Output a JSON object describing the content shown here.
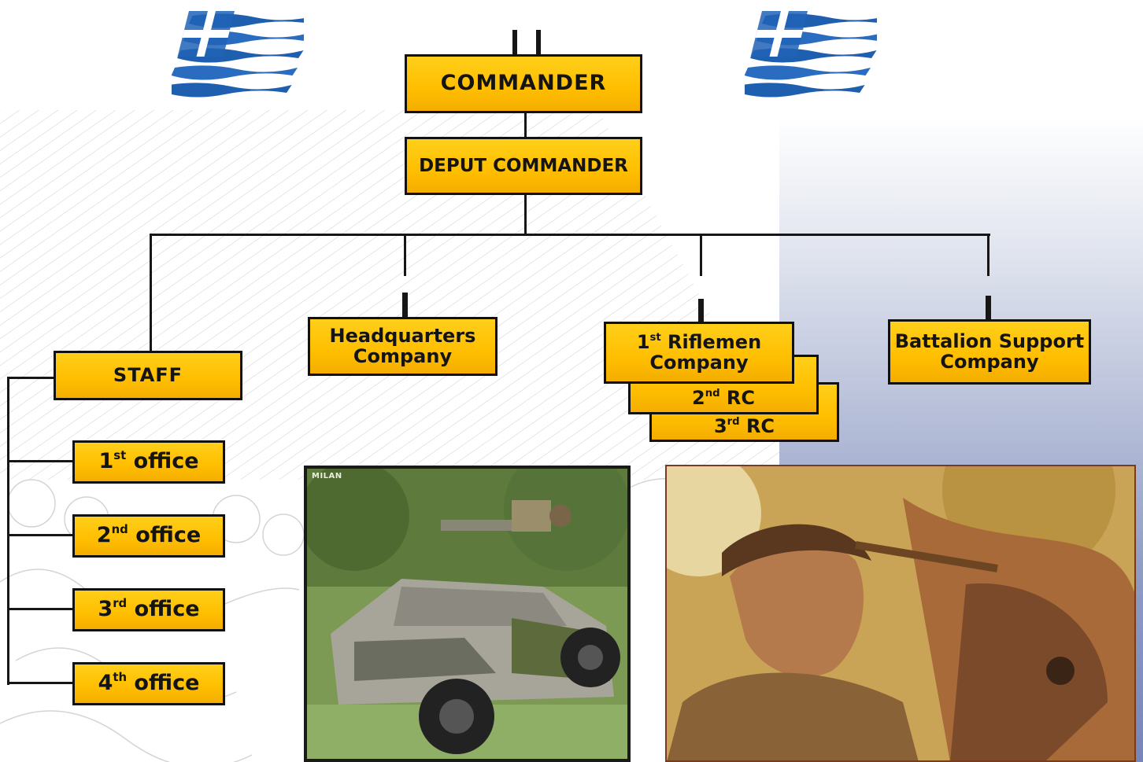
{
  "chart_title": "",
  "flag": {
    "icon": "greek-flag-icon"
  },
  "nodes": {
    "commander": "COMMANDER",
    "deputy": "DEPUT COMMANDER",
    "staff": "STAFF",
    "hq": {
      "line1": "Headquarters",
      "line2": "Company"
    },
    "rifle1": {
      "num": "1",
      "sup": "st",
      "line1": " Riflemen",
      "line2": "Company"
    },
    "rifle2": {
      "num": "2",
      "sup": "nd",
      "rest": " RC"
    },
    "rifle3": {
      "num": "3",
      "sup": "rd",
      "rest": " RC"
    },
    "support": {
      "line1": "Battalion Support",
      "line2": "Company"
    }
  },
  "offices": [
    {
      "num": "1",
      "sup": "st",
      "label": " office"
    },
    {
      "num": "2",
      "sup": "nd",
      "label": " office"
    },
    {
      "num": "3",
      "sup": "rd",
      "label": " office"
    },
    {
      "num": "4",
      "sup": "th",
      "label": " office"
    }
  ],
  "photos": {
    "vehicle_caption": "MILAN",
    "vehicle_icon": "armored-vehicle-photo",
    "mosaic_icon": "alexander-mosaic-photo"
  },
  "colors": {
    "box_fill": "#ffbe00",
    "box_border": "#111111",
    "flag_blue": "#1f5fb0",
    "background_gradient_end": "#7686b8"
  }
}
